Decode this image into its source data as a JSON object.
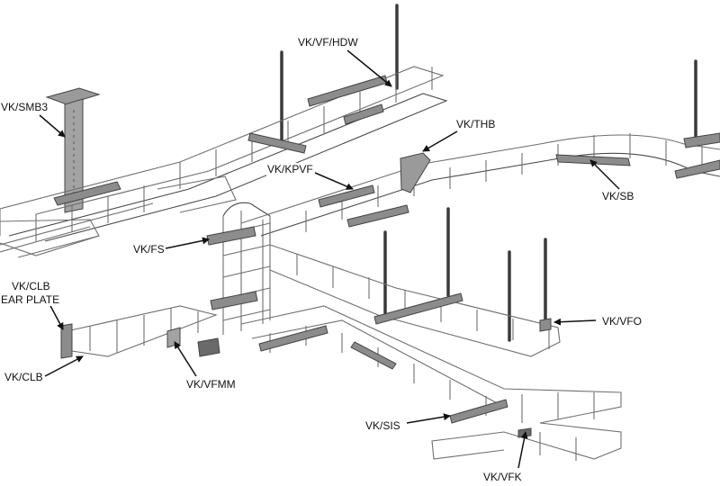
{
  "labels": {
    "smb3": "VK/SMB3",
    "vf_hdw": "VK/VF/HDW",
    "thb": "VK/THB",
    "kpvf": "VK/KPVF",
    "sb": "VK/SB",
    "fs": "VK/FS",
    "clb_ear_line1": "VK/CLB",
    "clb_ear_line2": "EAR PLATE",
    "clb": "VK/CLB",
    "vfmm": "VK/VFMM",
    "vfo": "VK/VFO",
    "sis": "VK/SIS",
    "vfk": "VK/VFK"
  },
  "colors": {
    "mesh": "#6f6f6f",
    "rail": "#4a4a4a",
    "rod": "#3a3a3a",
    "bracket": "#8c8c8c",
    "bracket_dark": "#555555",
    "leader": "#111111"
  }
}
